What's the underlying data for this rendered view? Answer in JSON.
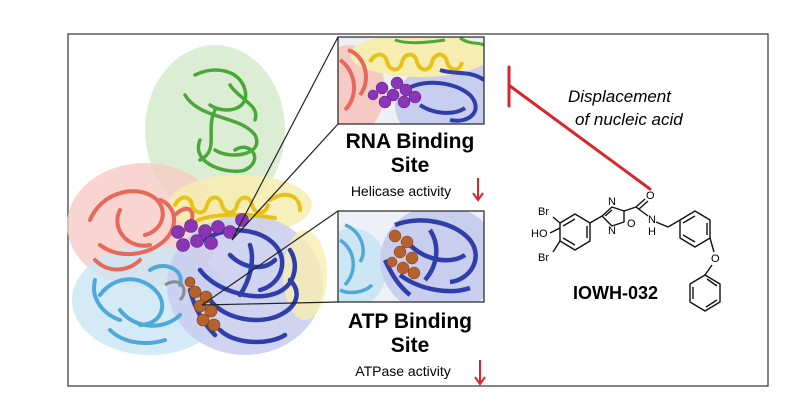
{
  "rna_site": {
    "title_line1": "RNA Binding",
    "title_line2": "Site",
    "activity": "Helicase activity"
  },
  "atp_site": {
    "title_line1": "ATP Binding",
    "title_line2": "Site",
    "activity": "ATPase activity"
  },
  "displacement": {
    "line1": "Displacement",
    "line2": "of nucleic acid"
  },
  "compound": {
    "name": "IOWH-032",
    "atoms": {
      "br_top": "Br",
      "ho": "HO",
      "br_bottom": "Br",
      "n_ring_top": "N",
      "n_ring_bottom": "N",
      "o_ring": "O",
      "o_carbonyl": "O",
      "nh": "N",
      "h": "H",
      "o_ether": "O"
    }
  },
  "colors": {
    "inhibition": "#d8262a",
    "down_arrow": "#d8262a",
    "domain_1": "#e8685a",
    "domain_2": "#4fa9d8",
    "domain_3": "#2f3ea8",
    "domain_4": "#f2d21c",
    "domain_5": "#4aa83a",
    "ligand_rna": "#8a35b5",
    "ligand_atp": "#b5622e"
  }
}
